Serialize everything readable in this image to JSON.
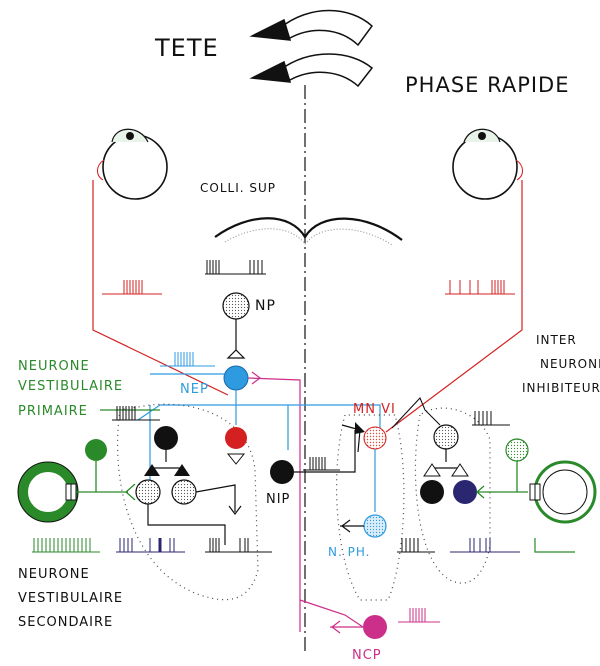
{
  "labels": {
    "tete": "TETE",
    "phase_rapide": "PHASE RAPIDE",
    "colli_sup": "COLLI. SUP",
    "np": "NP",
    "nep": "NEP",
    "nip": "NIP",
    "mn_vi": "MN VI",
    "n_ph": "N. PH.",
    "ncp": "NCP",
    "neurone_primaire": [
      "NEURONE",
      "VESTIBULAIRE",
      "PRIMAIRE"
    ],
    "neurone_secondaire": [
      "NEURONE",
      "VESTIBULAIRE",
      "SECONDAIRE"
    ],
    "inter_neurone": [
      "INTER",
      "NEURONE",
      "INHIBITEUR"
    ]
  },
  "colors": {
    "green": "#2a8a2a",
    "blue": "#2e9be0",
    "red": "#d42020",
    "pink": "#cc2f8a",
    "navy": "#2a2670",
    "black": "#111111",
    "orange_red": "#e0503a"
  }
}
